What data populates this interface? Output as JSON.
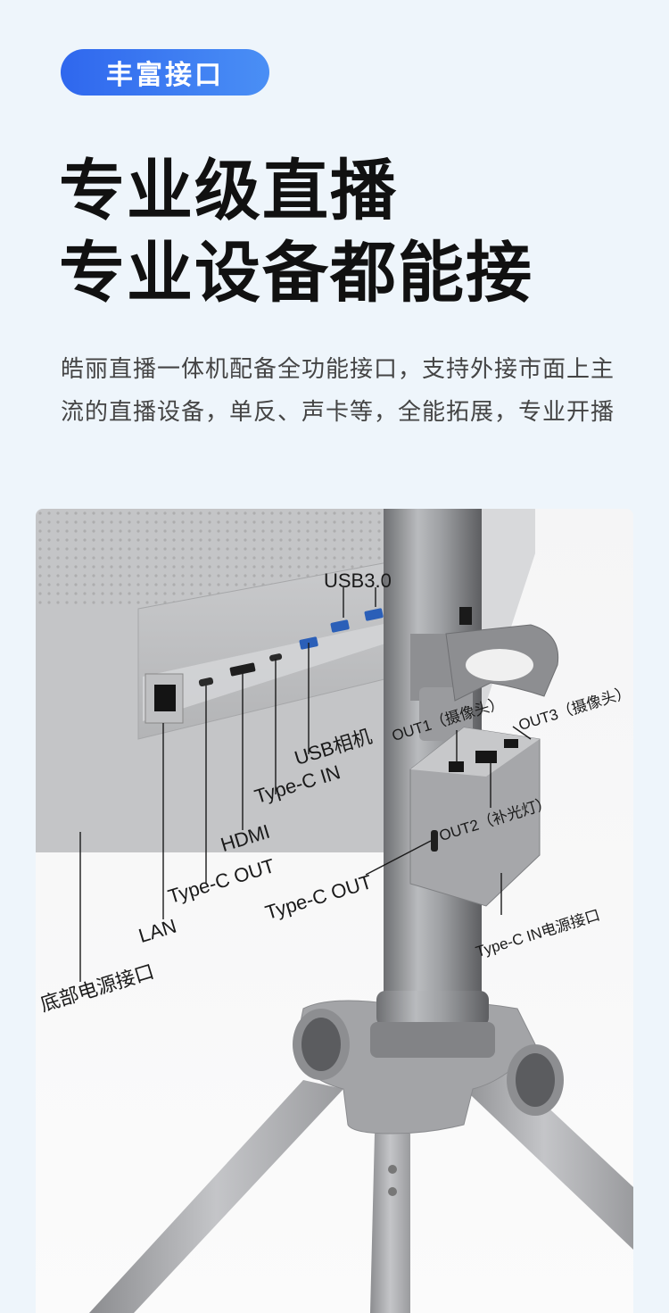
{
  "badge": {
    "label": "丰富接口"
  },
  "headline": {
    "line1": "专业级直播",
    "line2": "专业设备都能接"
  },
  "description": "皓丽直播一体机配备全功能接口，支持外接市面上主流的直播设备，单反、声卡等，全能拓展，专业开播",
  "ports": {
    "usb30": "USB3.0",
    "usb_camera": "USB相机",
    "typec_in": "Type-C IN",
    "hdmi": "HDMI",
    "typec_out_panel": "Type-C OUT",
    "lan": "LAN",
    "bottom_power": "底部电源接口",
    "out1": "OUT1（摄像头）",
    "out3": "OUT3（摄像头）",
    "out2": "OUT2（补光灯）",
    "typec_out_hub": "Type-C OUT",
    "typec_in_power": "Type-C IN电源接口"
  },
  "colors": {
    "accent": "#2f67ee",
    "accent_end": "#4a8ff5",
    "page_bg": "#eef5fb",
    "text_dark": "#111111"
  }
}
